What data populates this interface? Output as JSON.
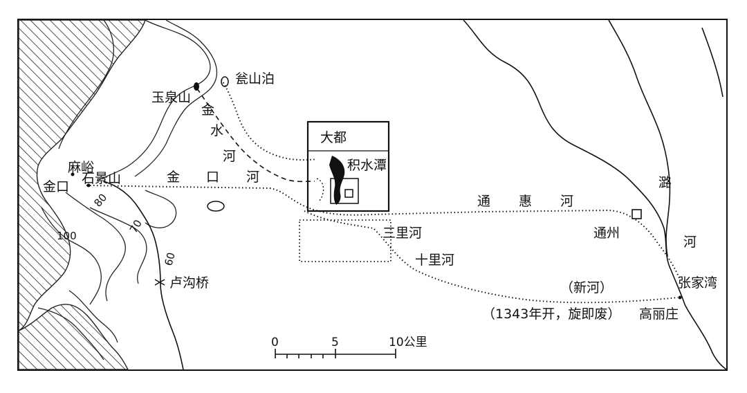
{
  "map": {
    "places": {
      "city": "大都",
      "yuquan": "玉泉山",
      "wengshan": "瓮山泊",
      "jishui": "积水潭",
      "mayu": "麻峪",
      "shijingshan": "石景山",
      "jinkou": "金口",
      "lugouqiao": "卢沟桥",
      "tongzhou": "通州",
      "zhangjiawan": "张家湾",
      "gaolizhuang": "高丽庄"
    },
    "rivers": {
      "jinshui": [
        "金",
        "水",
        "河"
      ],
      "jinkou_he": [
        "金",
        "口",
        "河"
      ],
      "tonghui": [
        "通",
        "惠",
        "河"
      ],
      "sanli": "三里河",
      "shili": "十里河",
      "xinhe": "（新河）",
      "xinhe_note": "（1343年开，旋即废）",
      "lu": [
        "潞",
        "河"
      ]
    },
    "contours": [
      "80",
      "100",
      "70",
      "60"
    ],
    "scale": {
      "ticks": [
        "0",
        "5",
        "10公里"
      ]
    }
  }
}
